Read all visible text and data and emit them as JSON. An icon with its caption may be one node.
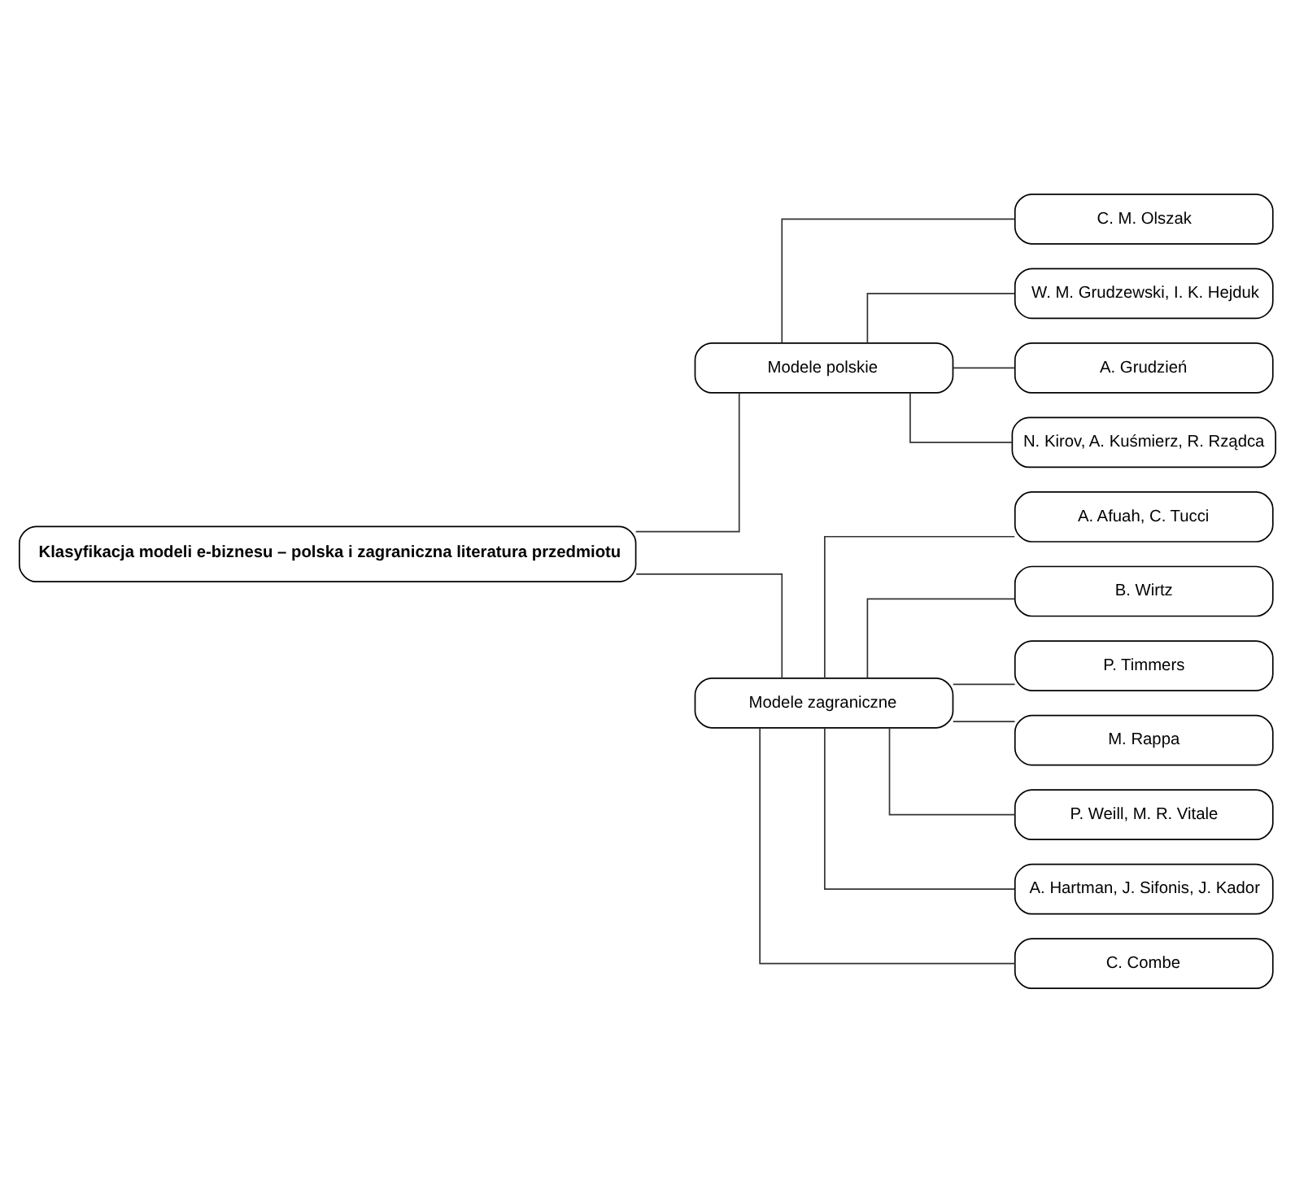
{
  "diagram": {
    "nodes": [
      {
        "text": [
          "Klasyfikacja modeli e-biznesu – polska i zagraniczna literatura przedmiotu"
        ]
      },
      {
        "text": [
          "Modele polskie"
        ]
      },
      {
        "text": [
          "Modele zagraniczne"
        ]
      },
      {
        "text": [
          "C. M. Olszak"
        ]
      },
      {
        "text": [
          "W. M. Grudzewski, I. K. Hejduk"
        ]
      },
      {
        "text": [
          "A. Grudzień"
        ]
      },
      {
        "text": [
          "N. Kirov, A. Kuśmierz, R. Rządca"
        ]
      },
      {
        "text": [
          "A. Afuah, C. Tucci"
        ]
      },
      {
        "text": [
          "B. Wirtz"
        ]
      },
      {
        "text": [
          "P. Timmers"
        ]
      },
      {
        "text": [
          "M. Rappa"
        ]
      },
      {
        "text": [
          "P. Weill, M. R. Vitale"
        ]
      },
      {
        "text": [
          "A. Hartman, J. Sifonis, J. Kador"
        ]
      },
      {
        "text": [
          "C. Combe"
        ]
      }
    ],
    "edges": [
      {
        "from": 0,
        "to": 1,
        "arrow": "none"
      },
      {
        "from": 0,
        "to": 2,
        "arrow": "none"
      },
      {
        "from": 1,
        "to": 3,
        "arrow": "none"
      },
      {
        "from": 1,
        "to": 4,
        "arrow": "none"
      },
      {
        "from": 1,
        "to": 5,
        "arrow": "none"
      },
      {
        "from": 1,
        "to": 6,
        "arrow": "none"
      },
      {
        "from": 2,
        "to": 7,
        "arrow": "none"
      },
      {
        "from": 2,
        "to": 8,
        "arrow": "none"
      },
      {
        "from": 2,
        "to": 9,
        "arrow": "none"
      },
      {
        "from": 2,
        "to": 10,
        "arrow": "none"
      },
      {
        "from": 2,
        "to": 11,
        "arrow": "none"
      },
      {
        "from": 2,
        "to": 12,
        "arrow": "none"
      },
      {
        "from": 2,
        "to": 13,
        "arrow": "none"
      }
    ]
  }
}
